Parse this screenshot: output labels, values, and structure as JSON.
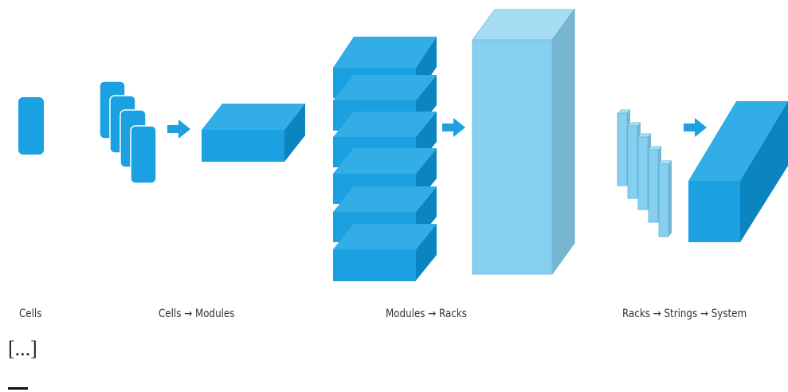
{
  "stages": [
    {
      "label": "Cells"
    },
    {
      "label": "Cells → Modules"
    },
    {
      "label": "Modules → Racks"
    },
    {
      "label": "Racks → Strings → System"
    }
  ],
  "ellipsis": "[...]",
  "colors": {
    "block_front": "#1ba1e2",
    "block_top": "#32ade6",
    "block_side": "#0b85bf",
    "rack_front": "#87cfee",
    "rack_top": "#a7ddf4",
    "rack_side": "#77b5d1",
    "arrow": "#1ba1e2"
  }
}
